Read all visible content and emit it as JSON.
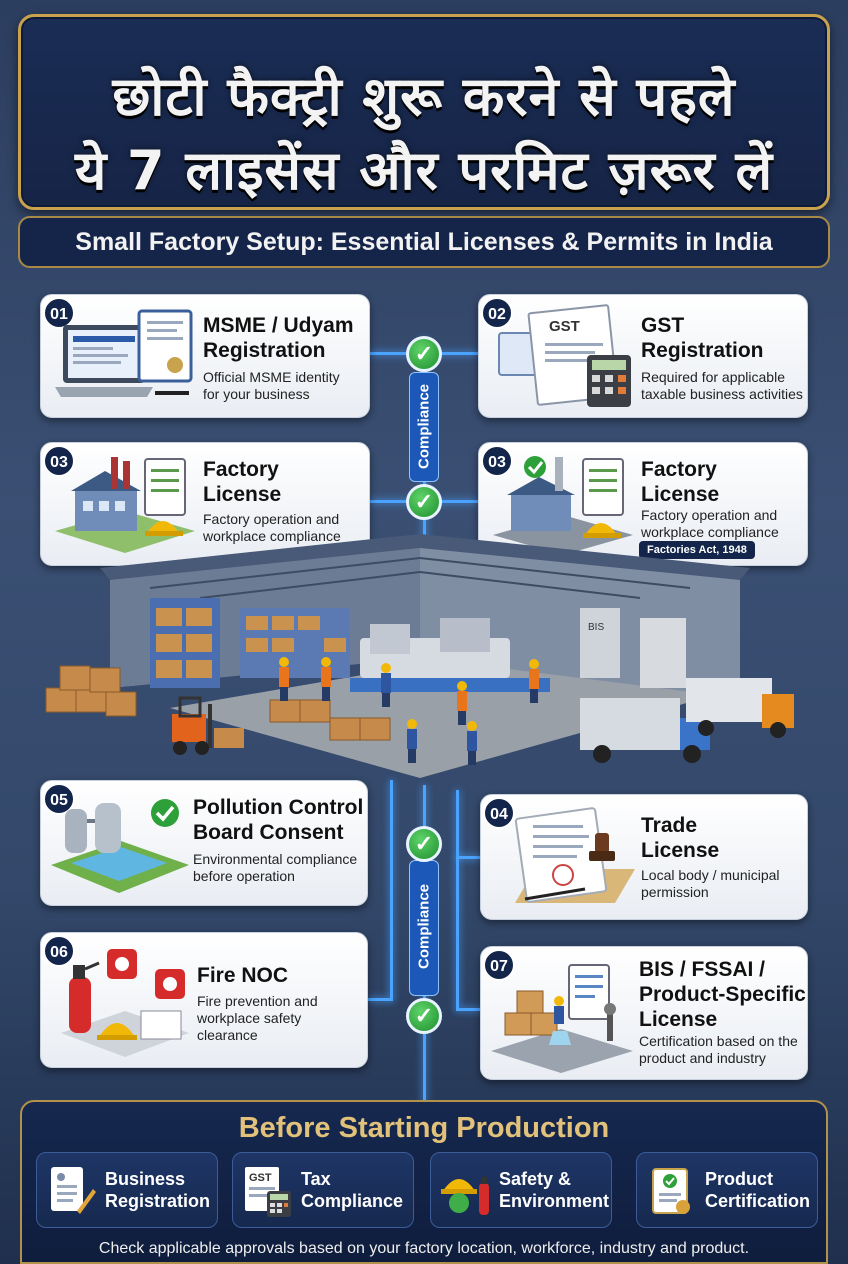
{
  "header": {
    "hindi_line1": "छोटी फैक्ट्री शुरू करने से पहले",
    "hindi_line2": "ये 7 लाइसेंस और परमिट ज़रूर लें",
    "subtitle": "Small Factory Setup: Essential Licenses & Permits in India"
  },
  "cards": [
    {
      "num": "01",
      "title": "MSME / Udyam\nRegistration",
      "desc": "Official MSME identity\nfor your business"
    },
    {
      "num": "02",
      "title": "GST\nRegistration",
      "desc": "Required for applicable\ntaxable business activities"
    },
    {
      "num": "03",
      "title": "Factory\nLicense",
      "desc": "Factory operation and\nworkplace compliance"
    },
    {
      "num": "03",
      "title": "Factory\nLicense",
      "desc": "Factory operation and\nworkplace compliance",
      "badge": "Factories Act, 1948"
    },
    {
      "num": "05",
      "title": "Pollution Control\nBoard Consent",
      "desc": "Environmental compliance\nbefore operation"
    },
    {
      "num": "04",
      "title": "Trade\nLicense",
      "desc": "Local body / municipal\npermission"
    },
    {
      "num": "06",
      "title": "Fire NOC",
      "desc": "Fire prevention and\nworkplace safety\nclearance"
    },
    {
      "num": "07",
      "title": "BIS / FSSAI /\nProduct-Specific\nLicense",
      "desc": "Certification based on the\nproduct and industry"
    }
  ],
  "connector": {
    "label": "Compliance"
  },
  "illus_text": {
    "gst": "GST",
    "bis": "BIS"
  },
  "bottom": {
    "title": "Before Starting Production",
    "tiles": [
      {
        "label": "Business\nRegistration",
        "icon": "document-pen-icon"
      },
      {
        "label": "Tax\nCompliance",
        "icon": "gst-calculator-icon",
        "icon_text": "GST"
      },
      {
        "label": "Safety &\nEnvironment",
        "icon": "hardhat-extinguisher-icon"
      },
      {
        "label": "Product\nCertification",
        "icon": "certificate-icon"
      }
    ],
    "footnote": "Check applicable approvals based on your factory location, workforce, industry and product."
  },
  "colors": {
    "accent": "#4aa3ff",
    "gold": "#c9a24e",
    "navy": "#13254a",
    "check": "#2ea03a"
  }
}
